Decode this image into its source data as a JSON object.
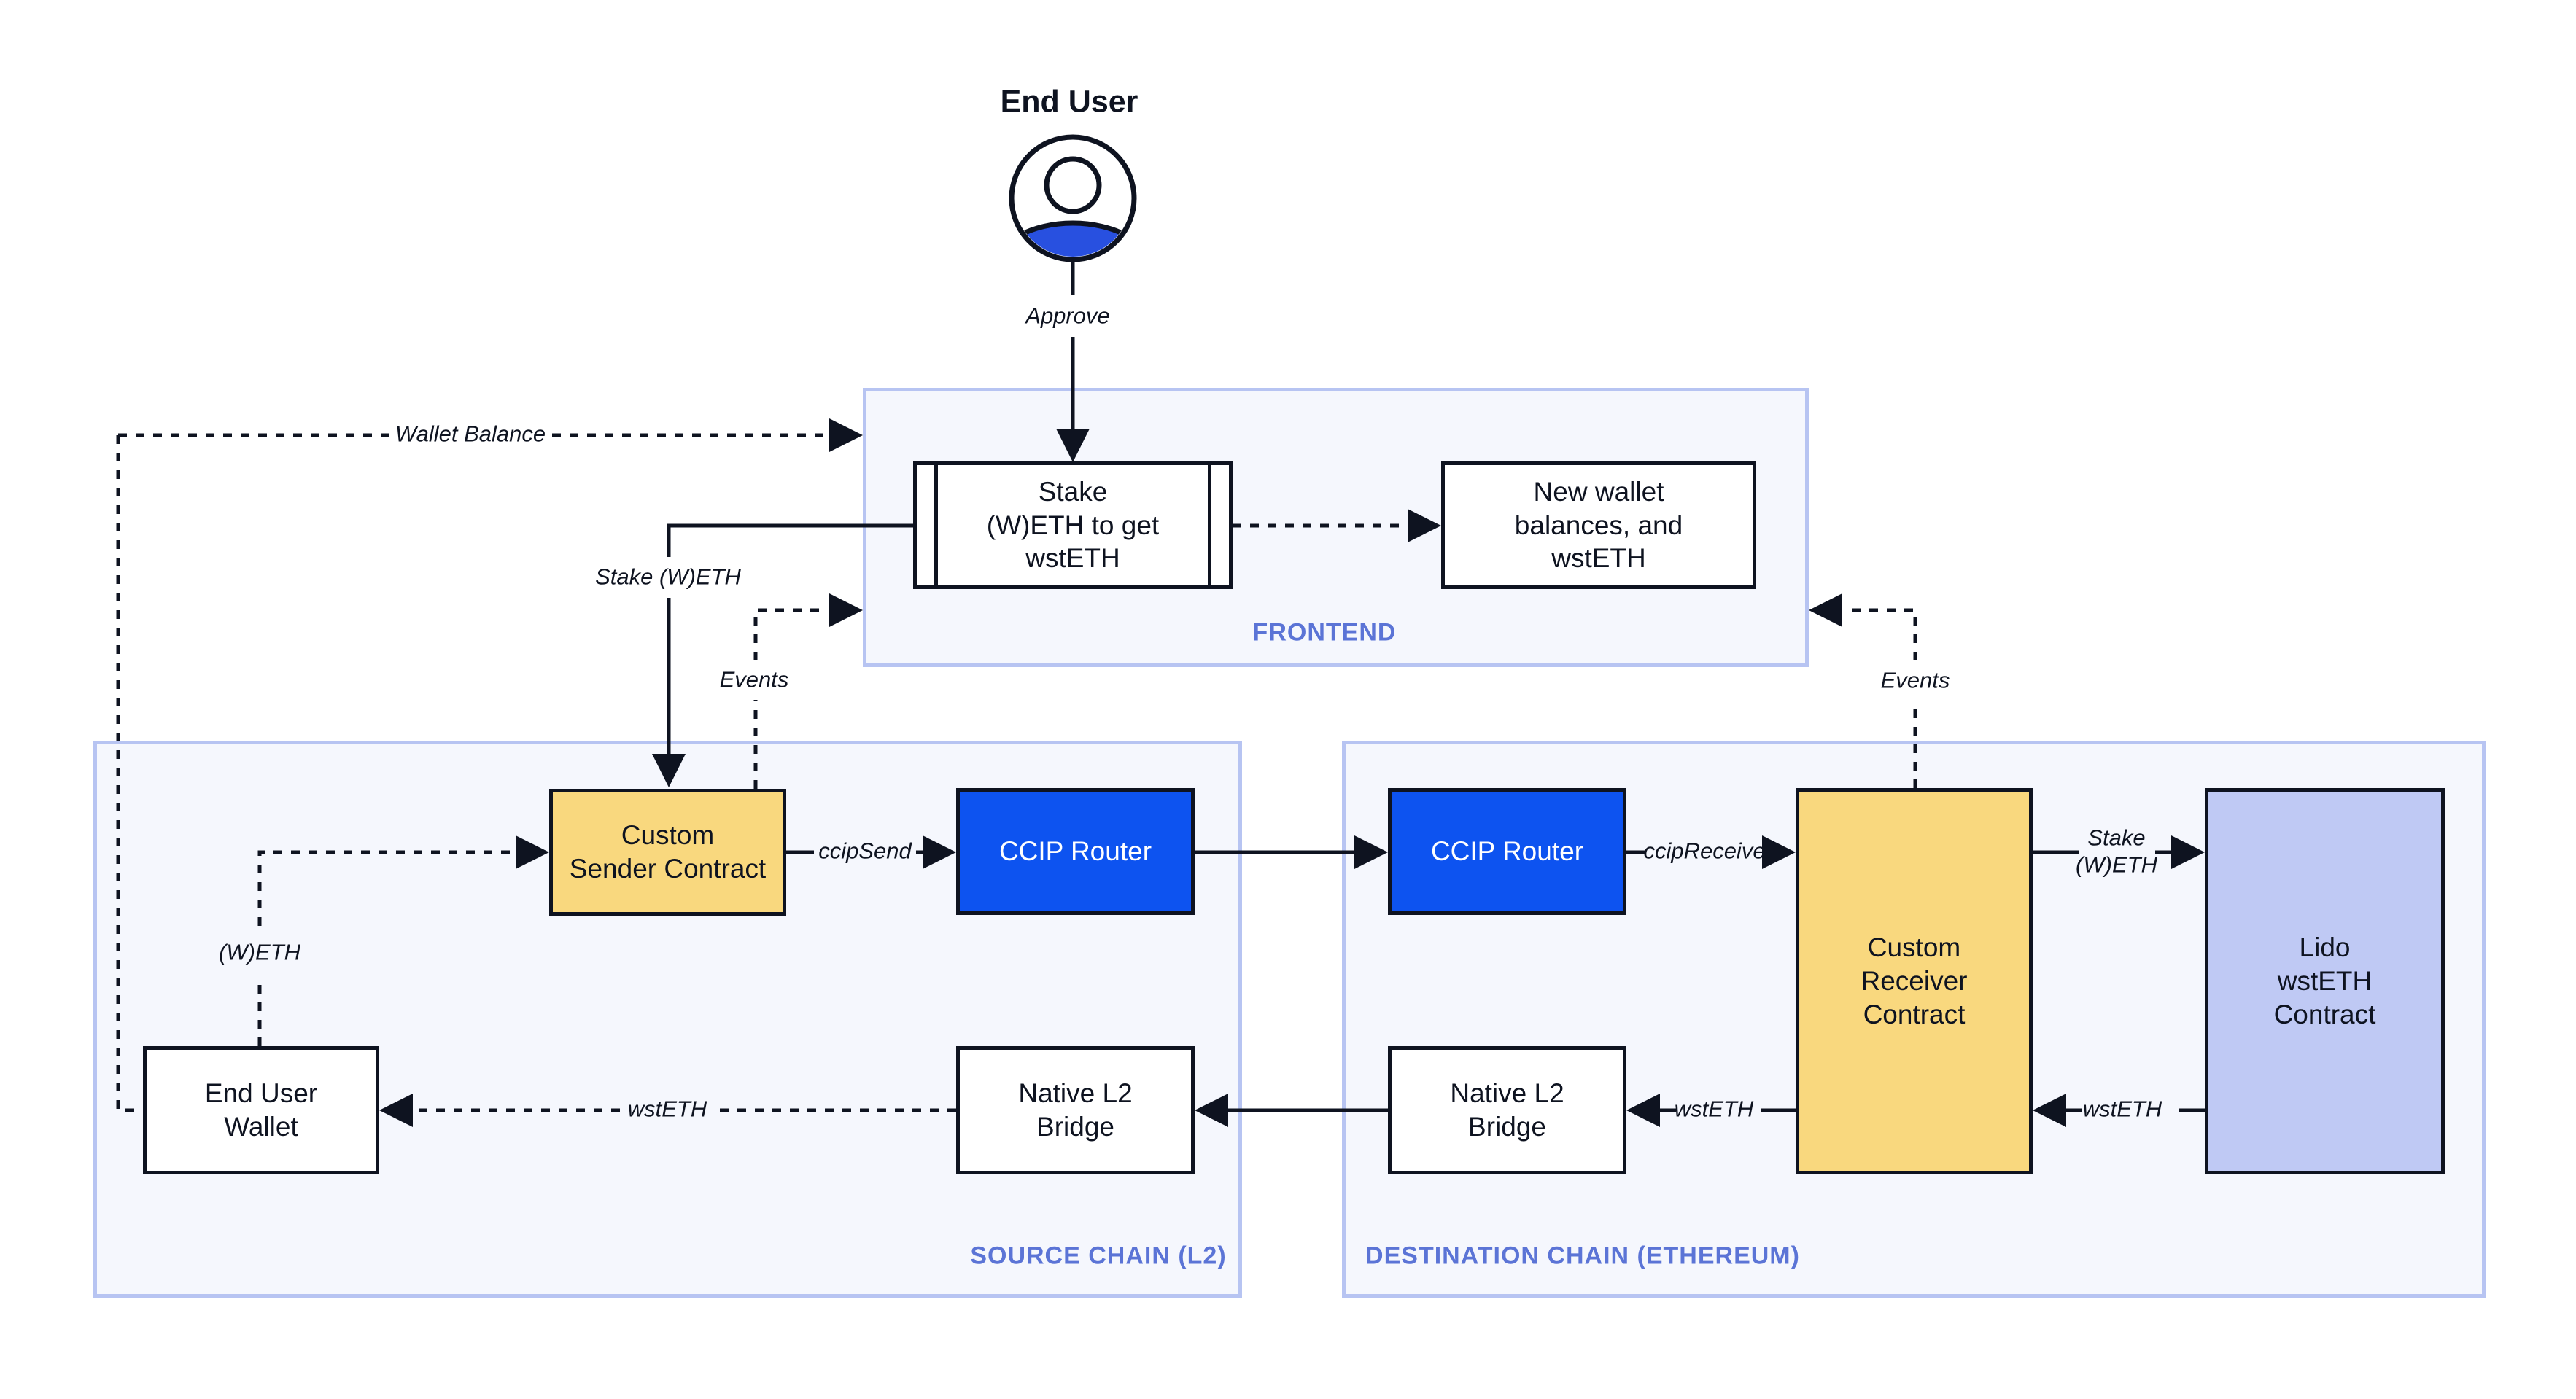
{
  "diagram": {
    "actor": {
      "title": "End User",
      "approve_label": "Approve"
    },
    "frontend": {
      "label": "FRONTEND",
      "stake_box": {
        "lines": [
          "Stake",
          "(W)ETH to get",
          "wstETH"
        ]
      },
      "wallet_box": {
        "lines": [
          "New wallet",
          "balances, and",
          "wstETH"
        ]
      }
    },
    "source_chain": {
      "label": "SOURCE CHAIN (L2)",
      "sender_contract": {
        "lines": [
          "Custom",
          "Sender Contract"
        ]
      },
      "ccip_router": {
        "label": "CCIP Router"
      },
      "end_user_wallet": {
        "lines": [
          "End User",
          "Wallet"
        ]
      },
      "native_bridge": {
        "lines": [
          "Native L2",
          "Bridge"
        ]
      }
    },
    "destination_chain": {
      "label": "DESTINATION CHAIN (ETHEREUM)",
      "ccip_router": {
        "label": "CCIP Router"
      },
      "receiver_contract": {
        "lines": [
          "Custom",
          "Receiver",
          "Contract"
        ]
      },
      "lido_contract": {
        "lines": [
          "Lido",
          "wstETH",
          "Contract"
        ]
      },
      "native_bridge": {
        "lines": [
          "Native L2",
          "Bridge"
        ]
      }
    },
    "edge_labels": {
      "wallet_balance": "Wallet Balance",
      "stake_weth": "Stake (W)ETH",
      "events_left": "Events",
      "events_right": "Events",
      "weth": "(W)ETH",
      "ccip_send": "ccipSend",
      "ccip_receive": "ccipReceive",
      "stake_weth_dest": {
        "lines": [
          "Stake",
          "(W)ETH"
        ]
      },
      "wsteth_to_wallet": "wstETH",
      "wsteth_to_bridge": "wstETH",
      "wsteth_from_lido": "wstETH"
    },
    "colors": {
      "ink": "#0E1320",
      "router_blue": "#0D53F0",
      "contract_yellow": "#F9D87E",
      "lido_lilac": "#BFC9F4",
      "container_fill": "#F5F7FD",
      "container_border": "#B7C4F2",
      "section_label_blue": "#5B74D6",
      "avatar_blue": "#2850E0"
    }
  }
}
